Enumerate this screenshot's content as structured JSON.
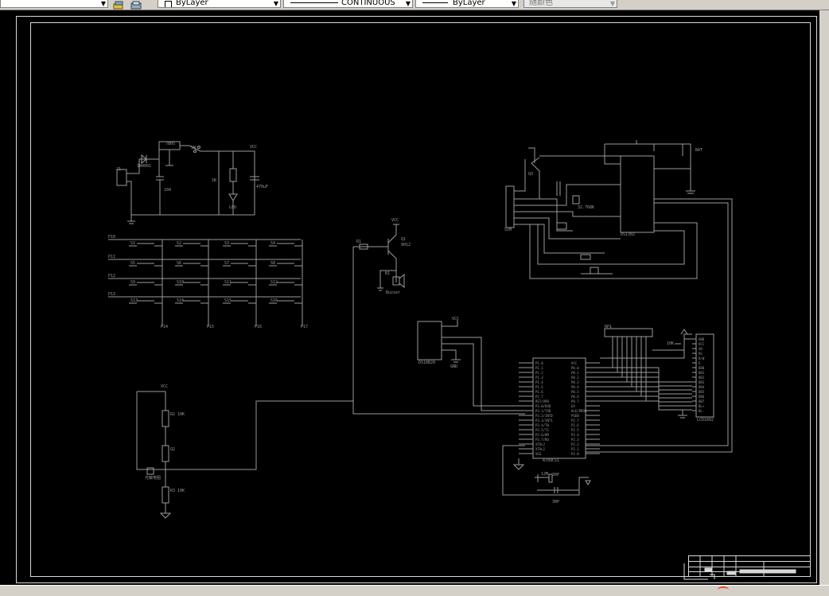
{
  "toolbar": {
    "layer_value": "ByLayer",
    "linetype_value": "CONTINUOUS",
    "lineweight_value": "ByLayer",
    "plotstyle_value": "随颜色"
  },
  "schematic": {
    "power": {
      "reg": "7805",
      "diode": "IN4001",
      "sw": "SW",
      "vcc": "VCC",
      "led": "LED",
      "r": "1K",
      "c": "470uF",
      "c2": "104",
      "j": "J1"
    },
    "keypad": {
      "rows": [
        "P10",
        "P11",
        "P12",
        "P13"
      ],
      "cols": [
        "P14",
        "P15",
        "P16",
        "P17"
      ],
      "keys": [
        "S1",
        "S2",
        "S3",
        "S4",
        "S5",
        "S6",
        "S7",
        "S8",
        "S9",
        "S10",
        "S11",
        "S12",
        "S13",
        "S14",
        "S15",
        "S16"
      ]
    },
    "buzzer": {
      "q": "Q1",
      "part": "9012",
      "vcc": "VCC",
      "r": "R1",
      "b": "B1",
      "bell": "Buzzer"
    },
    "sensor": {
      "name": "DS18B20",
      "vcc": "VCC",
      "gnd": "GND"
    },
    "detector": {
      "vcc": "VCC",
      "r1": "R2 10K",
      "r2": "R3 10K",
      "q": "Q2",
      "cds": "光敏电阻"
    },
    "mcu": {
      "name": "AT89C51",
      "left_pins": [
        "P1.0",
        "P1.1",
        "P1.2",
        "P1.3",
        "P1.4",
        "P1.5",
        "P1.6",
        "P1.7",
        "RST/VPD",
        "P3.0/RXD",
        "P3.1/TXD",
        "P3.2/INT0",
        "P3.3/INT1",
        "P3.4/T0",
        "P3.5/T1",
        "P3.6/WR",
        "P3.7/RD",
        "XTAL2",
        "XTAL1",
        "VSS"
      ],
      "right_pins": [
        "VCC",
        "P0.0",
        "P0.1",
        "P0.2",
        "P0.3",
        "P0.4",
        "P0.5",
        "P0.6",
        "P0.7",
        "EA",
        "ALE/PROG",
        "PSEN",
        "P2.7",
        "P2.6",
        "P2.5",
        "P2.4",
        "P2.3",
        "P2.2",
        "P2.1",
        "P2.0"
      ],
      "crystal": "12M",
      "c1": "30P",
      "c2": "30P"
    },
    "lcd": {
      "name": "LCD1602",
      "pins": [
        "GND",
        "VCC",
        "V0",
        "RS",
        "R/W",
        "E",
        "DB0",
        "DB1",
        "DB2",
        "DB3",
        "DB4",
        "DB5",
        "DB6",
        "DB7",
        "BL+",
        "BL-"
      ],
      "rp": "RP1",
      "pot": "10K"
    },
    "rtc": {
      "name": "DS1302",
      "battery": "BAT",
      "x": "32.768K",
      "q": "Q3",
      "sim": "SIM"
    }
  },
  "title_block": {
    "label": ""
  },
  "colors": {
    "wire": "#9a9a9a",
    "frame": "#d8d8d8",
    "bg": "#000000",
    "ui": "#d4d0c8"
  }
}
